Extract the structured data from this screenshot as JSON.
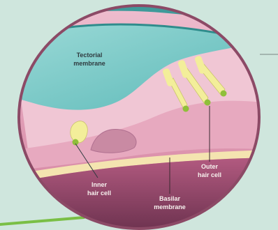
{
  "labels": {
    "tectorial_line1": "Tectorial",
    "tectorial_line2": "membrane",
    "outer_line1": "Outer",
    "outer_line2": "hair cell",
    "inner_line1": "Inner",
    "inner_line2": "hair cell",
    "basilar_line1": "Basilar",
    "basilar_line2": "membrane"
  },
  "colors": {
    "background": "#cfe6dd",
    "tectorial_top": "#2f8c8c",
    "tectorial_body": "#7ccccc",
    "tissue_pink": "#d98aa6",
    "tissue_light": "#ecb8c8",
    "basilar_band": "#f4e4b0",
    "hair_cell": "#f3ee9a",
    "nucleus": "#8fbf3a",
    "outer_rim": "#8c4a66",
    "deep_layer": "#7a3b5a",
    "pointer_line": "#7abf45"
  }
}
